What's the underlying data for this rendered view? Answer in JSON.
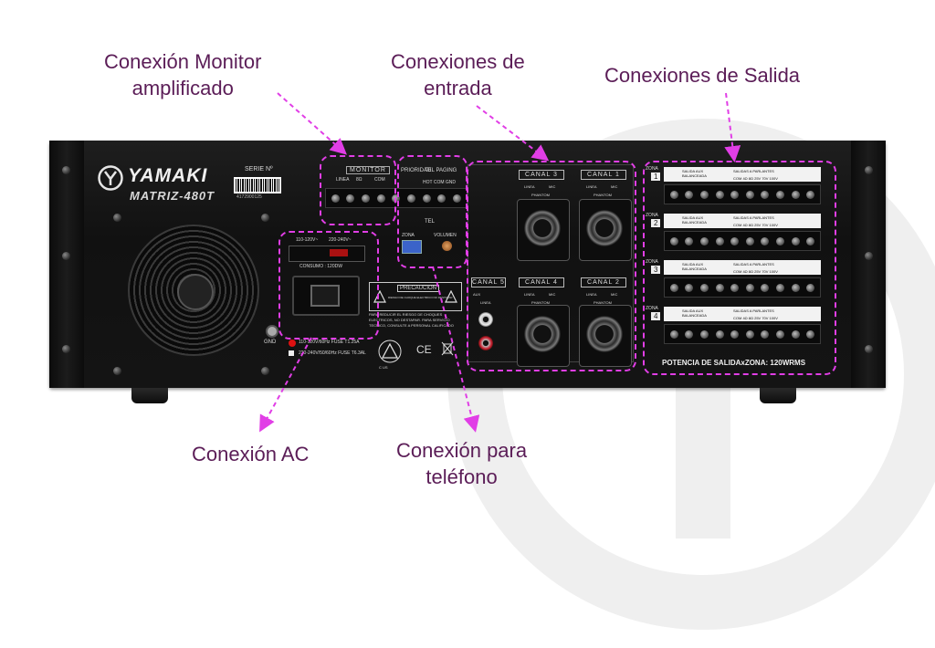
{
  "callouts": {
    "monitor": [
      "Conexión Monitor",
      "amplificado"
    ],
    "entrada": [
      "Conexiones de",
      "entrada"
    ],
    "salida": [
      "Conexiones de Salida"
    ],
    "ac": [
      "Conexión AC"
    ],
    "telefono": [
      "Conexión para",
      "teléfono"
    ]
  },
  "device": {
    "brand": "YAMAKI",
    "model": "MATRIZ-480T",
    "serie_label": "SERIE Nº",
    "serial": "4172900125",
    "monitor_label": "MONITOR",
    "monitor_sub": [
      "LINEA",
      "8Ω",
      "COM"
    ],
    "prioridad": "PRIORIDAD",
    "tel_paging": "TEL PAGING",
    "hot_com_gnd": "HOT COM GND",
    "tel": "TEL",
    "zona": "ZONA",
    "volumen": "VOLUMEN",
    "voltage_1": "110-120V~",
    "voltage_2": "220-240V~",
    "consumo": "CONSUMO : 120DW",
    "fuse_1": "110-120V/60Hz FUSE T1.25A",
    "fuse_2": "220-240V/50/60Hz FUSE T6.3AL",
    "gnd": "GND",
    "precaucion": "PRECAUCION",
    "precaucion_sub": "RIESGO DE CHOQUE ELECTRICO NO DESTAPAR",
    "warning_text": "PARA REDUCIR EL RIESGO DE CHOQUES ELECTRICOS, NO DESTAPAR. PARA SERVICIO TECNICO, CONSULTE A PERSONAL CALIFICADO",
    "ce": "CE",
    "c_us": "C US",
    "canales": [
      {
        "name": "CANAL 3",
        "labels": [
          "LINEA",
          "MIC",
          "PHANTOM"
        ]
      },
      {
        "name": "CANAL 1",
        "labels": [
          "LINEA",
          "MIC",
          "PHANTOM"
        ]
      },
      {
        "name": "CANAL 5",
        "labels": [
          "AUX",
          "LINEA"
        ]
      },
      {
        "name": "CANAL 4",
        "labels": [
          "LINEA",
          "MIC",
          "PHANTOM"
        ]
      },
      {
        "name": "CANAL 2",
        "labels": [
          "LINEA",
          "MIC",
          "PHANTOM"
        ]
      }
    ],
    "zonas": [
      {
        "zona": "ZONA",
        "num": "1",
        "aux": "SALIDA AUX BALANCEADA",
        "parlantes": "SALIDAS A PARLANTES",
        "taps": "COM 4Ω 8Ω 25V 70V 100V"
      },
      {
        "zona": "ZONA",
        "num": "2",
        "aux": "SALIDA AUX BALANCEADA",
        "parlantes": "SALIDAS A PARLANTES",
        "taps": "COM 4Ω 8Ω 25V 70V 100V"
      },
      {
        "zona": "ZONA",
        "num": "3",
        "aux": "SALIDA AUX BALANCEADA",
        "parlantes": "SALIDAS A PARLANTES",
        "taps": "COM 4Ω 8Ω 25V 70V 100V"
      },
      {
        "zona": "ZONA",
        "num": "4",
        "aux": "SALIDA AUX BALANCEADA",
        "parlantes": "SALIDAS A PARLANTES",
        "taps": "COM 4Ω 8Ω 25V 70V 100V"
      }
    ],
    "potencia": "POTENCIA DE SALIDAxZONA: 120WRMS"
  },
  "colors": {
    "callout_text": "#5b1d57",
    "dashed_highlight": "#e13ee6",
    "panel": "#151515"
  }
}
